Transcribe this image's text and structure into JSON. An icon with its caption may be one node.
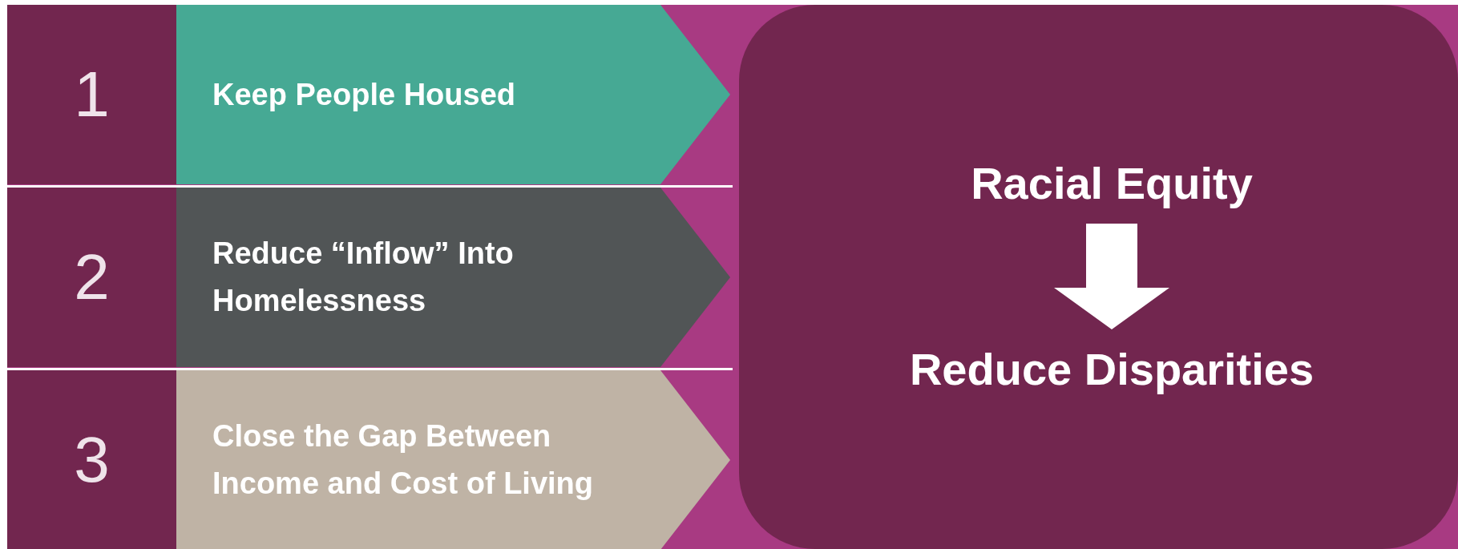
{
  "diagram": {
    "nodes": [
      {
        "text": [
          "1"
        ]
      },
      {
        "text": [
          "Keep People Housed"
        ]
      },
      {
        "text": [
          "2"
        ]
      },
      {
        "text": [
          "Reduce “Inflow” Into Homelessness"
        ]
      },
      {
        "text": [
          "3"
        ]
      },
      {
        "text": [
          "Close the Gap Between Income and Cost of Living"
        ]
      },
      {
        "text": [],
        "shape": "box"
      },
      {
        "text": [
          "Racial Equity"
        ],
        "in": 6
      },
      {
        "text": [
          "Reduce Disparities"
        ],
        "in": 6
      }
    ],
    "edges": [
      {
        "from": 7,
        "to": 8,
        "arrow": "to",
        "style": "thick"
      }
    ]
  }
}
